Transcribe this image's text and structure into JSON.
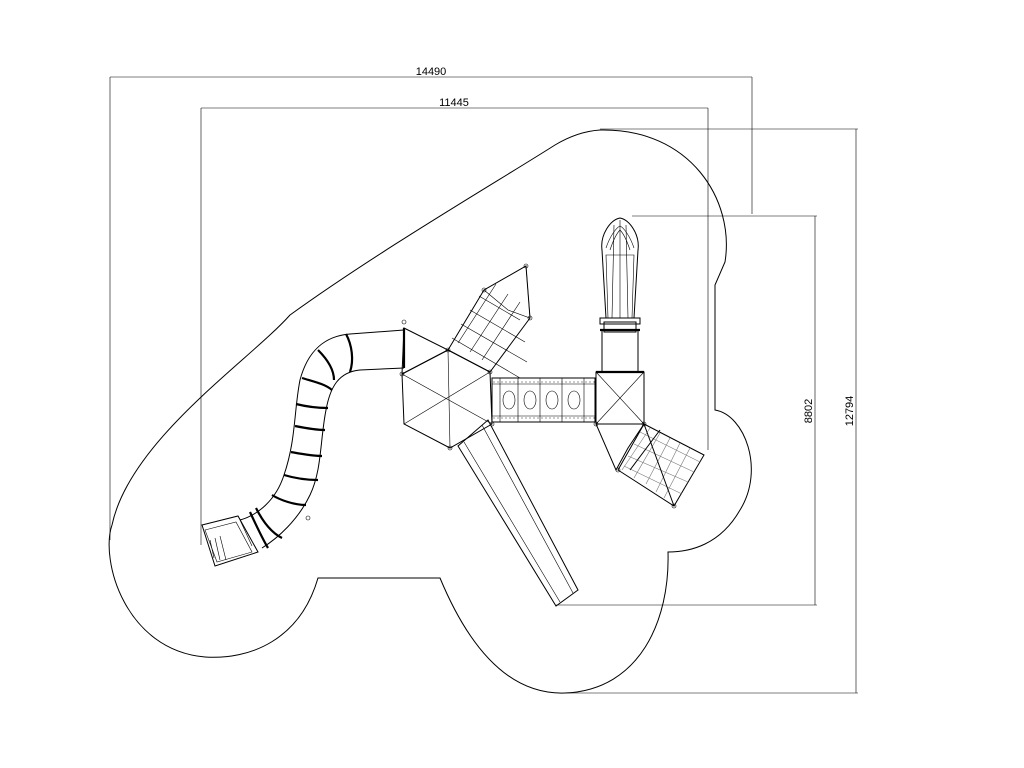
{
  "drawing": {
    "dimensions": {
      "overall_width": "14490",
      "equipment_width": "11445",
      "equipment_depth": "8802",
      "overall_depth": "12794"
    },
    "colors": {
      "line": "#000000",
      "background": "#ffffff",
      "net": "#777777"
    }
  }
}
